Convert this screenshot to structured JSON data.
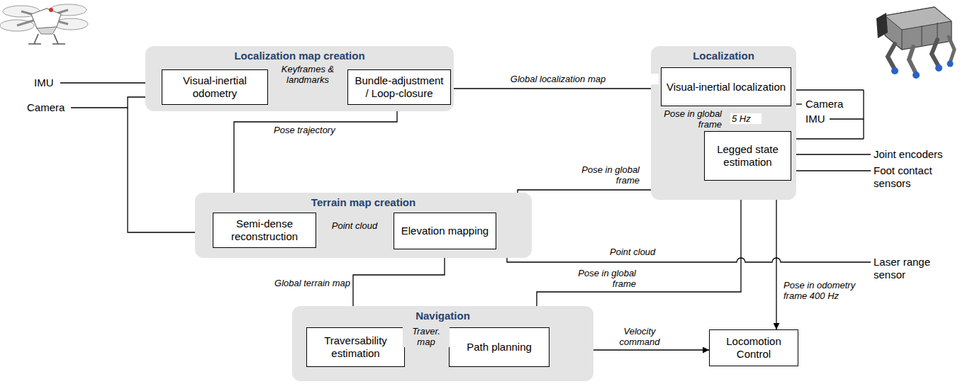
{
  "diagram": {
    "nodes": [
      {
        "text": [
          "Localization map creation"
        ]
      },
      {
        "text": [
          "Visual-inertial odometry"
        ],
        "in": 0
      },
      {
        "text": [
          "Bundle-adjustment / Loop-closure"
        ],
        "in": 0
      },
      {
        "text": [
          "Localization"
        ]
      },
      {
        "text": [
          "Visual-inertial localization"
        ],
        "in": 3
      },
      {
        "text": [
          "Legged state estimation"
        ],
        "in": 3
      },
      {
        "text": [
          "Terrain map creation"
        ]
      },
      {
        "text": [
          "Semi-dense reconstruction"
        ],
        "in": 6
      },
      {
        "text": [
          "Elevation mapping"
        ],
        "in": 6
      },
      {
        "text": [
          "Navigation"
        ]
      },
      {
        "text": [
          "Traversability estimation"
        ],
        "in": 9
      },
      {
        "text": [
          "Path planning"
        ],
        "in": 9
      },
      {
        "text": [
          "Locomotion Control"
        ]
      }
    ],
    "edges": [
      {
        "from": 1,
        "to": 2,
        "arrow": "to",
        "label": "Keyframes & landmarks"
      },
      {
        "from": 2,
        "to": 4,
        "arrow": "to",
        "label": "Global localization map"
      },
      {
        "from": 4,
        "to": 5,
        "arrow": "to",
        "label": "Pose in global frame"
      },
      {
        "from": 2,
        "to": 7,
        "arrow": "to",
        "label": "Pose trajectory"
      },
      {
        "from": 7,
        "to": 8,
        "arrow": "to",
        "label": "Point cloud"
      },
      {
        "from": 5,
        "to": 8,
        "arrow": "to",
        "label": "Pose in global frame"
      },
      {
        "from": 8,
        "to": 10,
        "arrow": "to",
        "label": "Global terrain map"
      },
      {
        "from": 10,
        "to": 11,
        "arrow": "to",
        "label": "Traver. map"
      },
      {
        "from": 5,
        "to": 11,
        "arrow": "to",
        "label": "Pose in global frame"
      },
      {
        "from": 5,
        "to": 12,
        "arrow": "to",
        "label": "Pose in odometry frame 400 Hz"
      },
      {
        "from": 11,
        "to": 12,
        "arrow": "to",
        "label": "Velocity command"
      }
    ],
    "labels": [
      "IMU",
      "Camera",
      "Camera",
      "IMU",
      "Joint encoders",
      "Foot contact sensors",
      "Laser range sensor",
      "5 Hz",
      "Point cloud"
    ]
  }
}
